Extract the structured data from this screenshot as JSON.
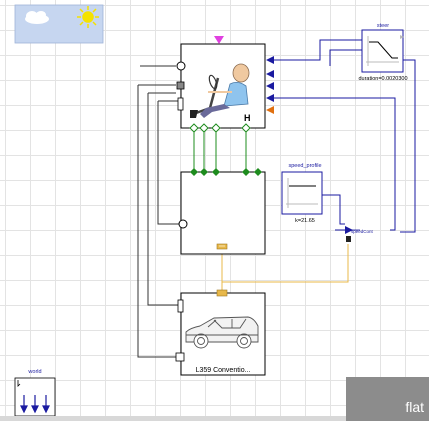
{
  "blocks": {
    "steer": {
      "title": "steer",
      "param": "duration=0.0020300"
    },
    "speed_profile": {
      "title": "speed_profile",
      "param": "k=21.65"
    },
    "speed_controller": {
      "label": "speedCont"
    },
    "chassis": {
      "label": "L359 Conventio..."
    },
    "world": {
      "label": "world"
    },
    "road": {
      "label": "flat"
    }
  },
  "colors": {
    "wire_blue": "#1a1aa0",
    "wire_gray": "#333333",
    "wire_green": "#1e8c1e",
    "wire_orange": "#e8b84a",
    "accent_magenta": "#e040e0",
    "sky": "#c6d6f0",
    "road_panel": "#8c8c8c"
  },
  "icons": [
    "cloud-sun-icon",
    "driver-icon",
    "car-icon",
    "ramp-icon",
    "step-icon",
    "gravity-arrows-icon"
  ]
}
